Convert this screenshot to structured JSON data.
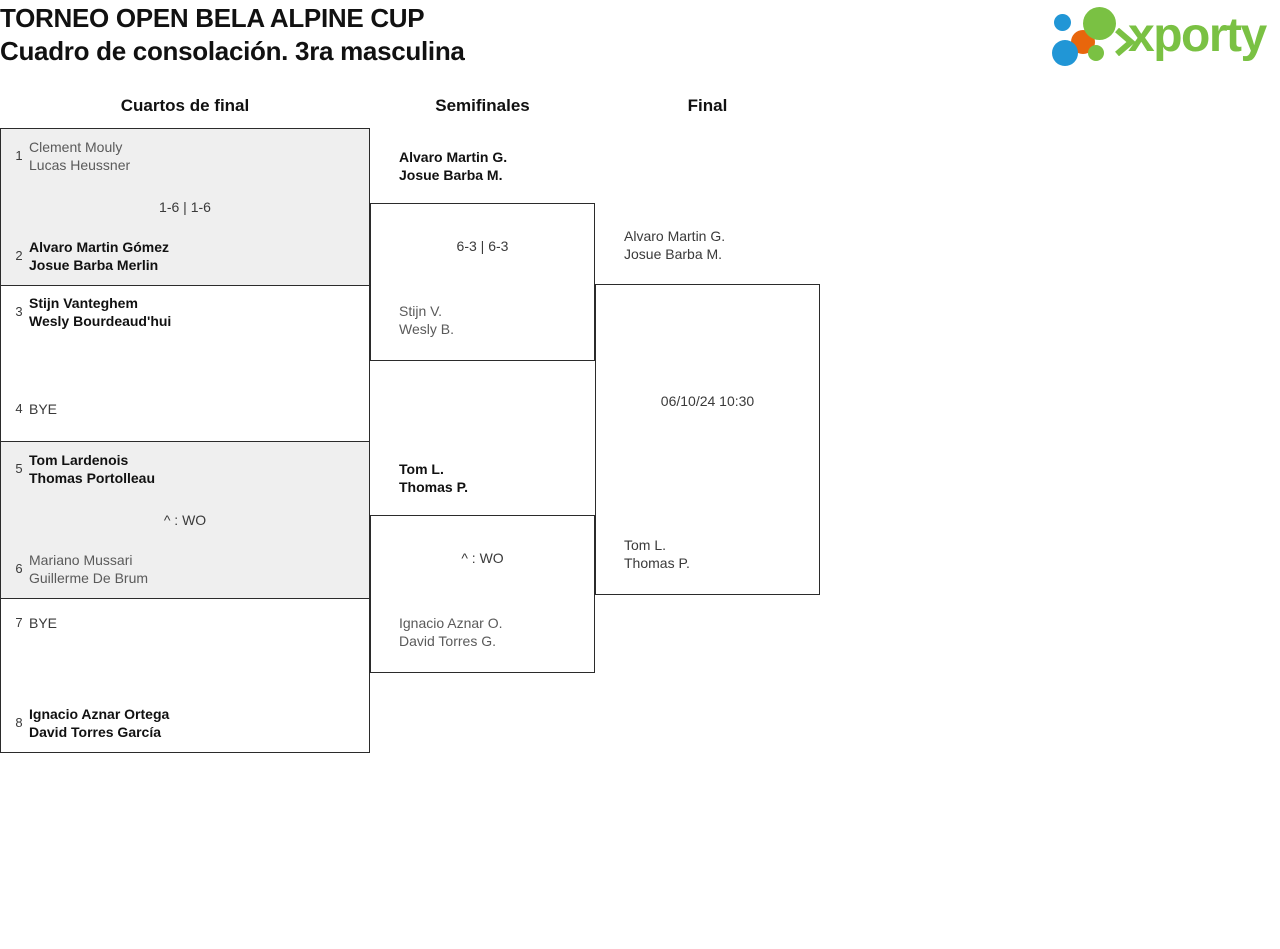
{
  "header": {
    "title_line1": "TORNEO OPEN BELA ALPINE CUP",
    "title_line2": "Cuadro de consolación. 3ra masculina",
    "logo_text": "xporty",
    "logo_colors": {
      "blue": "#2196d6",
      "orange": "#e8660c",
      "green": "#7ac143",
      "text_green": "#7ac143"
    }
  },
  "rounds": [
    {
      "label": "Cuartos de final"
    },
    {
      "label": "Semifinales"
    },
    {
      "label": "Final"
    }
  ],
  "matches": {
    "qf1": {
      "top": {
        "seed": "1",
        "line1": "Clement Mouly",
        "line2": "Lucas Heussner"
      },
      "bottom": {
        "seed": "2",
        "line1": "Alvaro Martin Gómez",
        "line2": "Josue Barba Merlin"
      },
      "score": "1-6 | 1-6"
    },
    "qf2": {
      "top": {
        "seed": "3",
        "line1": "Stijn Vanteghem",
        "line2": "Wesly Bourdeaud'hui"
      },
      "bottom": {
        "seed": "4",
        "line1": "BYE",
        "line2": ""
      },
      "score": ""
    },
    "qf3": {
      "top": {
        "seed": "5",
        "line1": "Tom Lardenois",
        "line2": "Thomas Portolleau"
      },
      "bottom": {
        "seed": "6",
        "line1": "Mariano Mussari",
        "line2": "Guillerme De Brum"
      },
      "score": "^ : WO"
    },
    "qf4": {
      "top": {
        "seed": "7",
        "line1": "BYE",
        "line2": ""
      },
      "bottom": {
        "seed": "8",
        "line1": "Ignacio Aznar Ortega",
        "line2": "David Torres García"
      },
      "score": ""
    },
    "sf1": {
      "top": {
        "line1": "Alvaro Martin G.",
        "line2": "Josue Barba M."
      },
      "bottom": {
        "line1": "Stijn V.",
        "line2": "Wesly B."
      },
      "score": "6-3 | 6-3"
    },
    "sf2": {
      "top": {
        "line1": "Tom L.",
        "line2": "Thomas P."
      },
      "bottom": {
        "line1": "Ignacio Aznar O.",
        "line2": "David Torres G."
      },
      "score": "^ : WO"
    },
    "final": {
      "top": {
        "line1": "Alvaro Martin G.",
        "line2": "Josue Barba M."
      },
      "bottom": {
        "line1": "Tom L.",
        "line2": "Thomas P."
      },
      "score": "06/10/24 10:30"
    }
  }
}
